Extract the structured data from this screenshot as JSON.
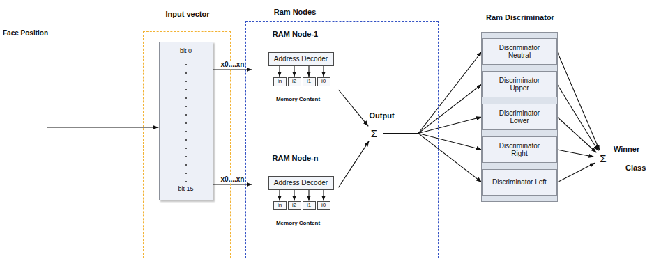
{
  "diagram": {
    "nodes": [
      {
        "text": [
          "Face Position"
        ]
      },
      {
        "text": [
          "Input vector"
        ]
      },
      {
        "text": [
          "bit 0",
          "bit 15"
        ],
        "in": 1
      },
      {
        "text": [
          "Ram Nodes"
        ]
      },
      {
        "text": [
          "RAM Node-1",
          "Memory Content"
        ],
        "in": 3
      },
      {
        "text": [
          "Address Decoder"
        ],
        "in": 4
      },
      {
        "text": [
          "in"
        ],
        "in": 4
      },
      {
        "text": [
          "i2"
        ],
        "in": 4
      },
      {
        "text": [
          "i1"
        ],
        "in": 4
      },
      {
        "text": [
          "i0"
        ],
        "in": 4
      },
      {
        "text": [
          "RAM Node-n",
          "Memory Content"
        ],
        "in": 3
      },
      {
        "text": [
          "Address Decoder"
        ],
        "in": 10
      },
      {
        "text": [
          "in"
        ],
        "in": 10
      },
      {
        "text": [
          "i2"
        ],
        "in": 10
      },
      {
        "text": [
          "i1"
        ],
        "in": 10
      },
      {
        "text": [
          "i0"
        ],
        "in": 10
      },
      {
        "text": [
          "Output",
          "Σ"
        ],
        "in": 3
      },
      {
        "text": [
          "Ram Discriminator"
        ]
      },
      {
        "text": [
          "Discriminator Neutral"
        ],
        "in": 17
      },
      {
        "text": [
          "Discriminator Upper"
        ],
        "in": 17
      },
      {
        "text": [
          "Discriminator Lower"
        ],
        "in": 17
      },
      {
        "text": [
          "Discriminator Right"
        ],
        "in": 17
      },
      {
        "text": [
          "Discriminator Left"
        ],
        "in": 17
      },
      {
        "text": [
          "Σ"
        ]
      }
    ],
    "edges": [
      {
        "from": 0,
        "to": 2,
        "arrow": "to"
      },
      {
        "from": 2,
        "to": 4,
        "arrow": "to",
        "label": "x0....xn"
      },
      {
        "from": 2,
        "to": 10,
        "arrow": "to",
        "label": "x0....xn"
      },
      {
        "from": 5,
        "to": 6,
        "arrow": "to"
      },
      {
        "from": 5,
        "to": 7,
        "arrow": "to"
      },
      {
        "from": 5,
        "to": 8,
        "arrow": "to"
      },
      {
        "from": 5,
        "to": 9,
        "arrow": "to"
      },
      {
        "from": 11,
        "to": 12,
        "arrow": "to"
      },
      {
        "from": 11,
        "to": 13,
        "arrow": "to"
      },
      {
        "from": 11,
        "to": 14,
        "arrow": "to"
      },
      {
        "from": 11,
        "to": 15,
        "arrow": "to"
      },
      {
        "from": 4,
        "to": 16,
        "arrow": "to"
      },
      {
        "from": 10,
        "to": 16,
        "arrow": "to"
      },
      {
        "from": 16,
        "to": 18,
        "arrow": "to"
      },
      {
        "from": 16,
        "to": 19,
        "arrow": "to"
      },
      {
        "from": 16,
        "to": 20,
        "arrow": "to"
      },
      {
        "from": 16,
        "to": 21,
        "arrow": "to"
      },
      {
        "from": 16,
        "to": 22,
        "arrow": "to"
      },
      {
        "from": 18,
        "to": 23,
        "arrow": "to"
      },
      {
        "from": 19,
        "to": 23,
        "arrow": "to"
      },
      {
        "from": 20,
        "to": 23,
        "arrow": "to"
      },
      {
        "from": 21,
        "to": 23,
        "arrow": "to"
      },
      {
        "from": 22,
        "to": 23,
        "arrow": "to"
      }
    ],
    "labels": [
      "Winner",
      "Class"
    ]
  }
}
